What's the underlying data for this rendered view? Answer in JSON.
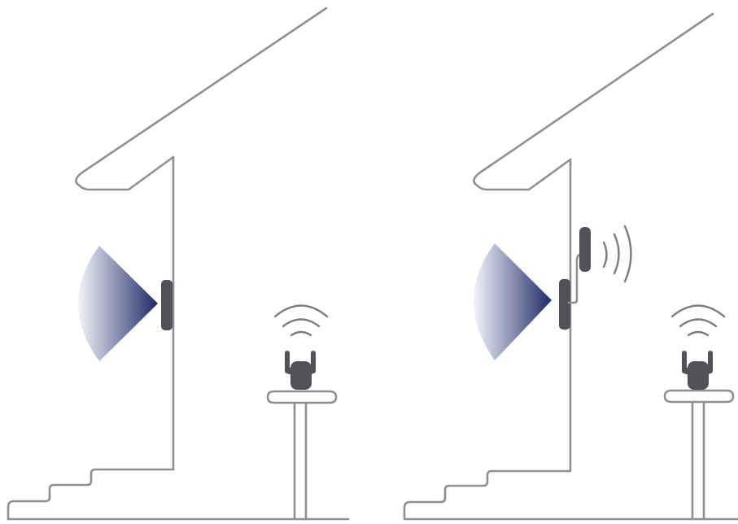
{
  "colors": {
    "line": "#8e8f93",
    "device": "#505257",
    "sensor_cone_inner": "#1f2a68",
    "sensor_cone_outer": "#f3f3f8",
    "background": "#ffffff"
  },
  "panels": [
    {
      "name": "panel-left",
      "elements": [
        "roof",
        "wall",
        "stairs",
        "motion-sensor",
        "sensor-field-cone",
        "router-on-stand",
        "wifi-waves"
      ]
    },
    {
      "name": "panel-right",
      "elements": [
        "roof",
        "wall",
        "stairs",
        "motion-sensor",
        "sensor-field-cone",
        "wired-extension-antenna",
        "antenna-waves",
        "router-on-stand",
        "wifi-waves"
      ]
    }
  ],
  "icons": [
    "motion-sensor-icon",
    "wifi-router-icon",
    "wifi-waves-icon",
    "signal-waves-icon"
  ]
}
